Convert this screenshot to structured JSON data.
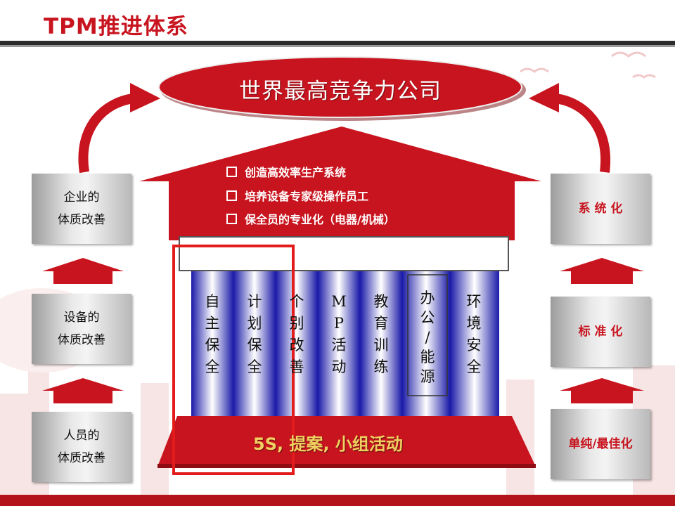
{
  "title": "TPM推进体系",
  "top_goal": "世界最高竞争力公司",
  "roof_items": [
    "创造高效率生产系统",
    "培养设备专家级操作员工",
    "保全员的专业化（电器/机械）"
  ],
  "pillars": [
    "自\n主\n保\n全",
    "计\n划\n保\n全",
    "个\n别\n改\n善",
    "M\nP\n活\n动",
    "教\n育\n训\n练",
    "办\n公\n/\n能\n源",
    "环\n境\n安\n全"
  ],
  "base_text": "5S, 提案, 小组活动",
  "left_boxes": [
    {
      "line1": "企业的",
      "line2": "体质改善"
    },
    {
      "line1": "设备的",
      "line2": "体质改善"
    },
    {
      "line1": "人员的",
      "line2": "体质改善"
    }
  ],
  "right_boxes": [
    "系 统 化",
    "标 准 化",
    "单纯/最佳化"
  ],
  "colors": {
    "primary_red": "#c8141e",
    "pillar_blue": "#1a1aa8",
    "highlight_box": "#e31b1b",
    "base_text": "#f0d060"
  }
}
